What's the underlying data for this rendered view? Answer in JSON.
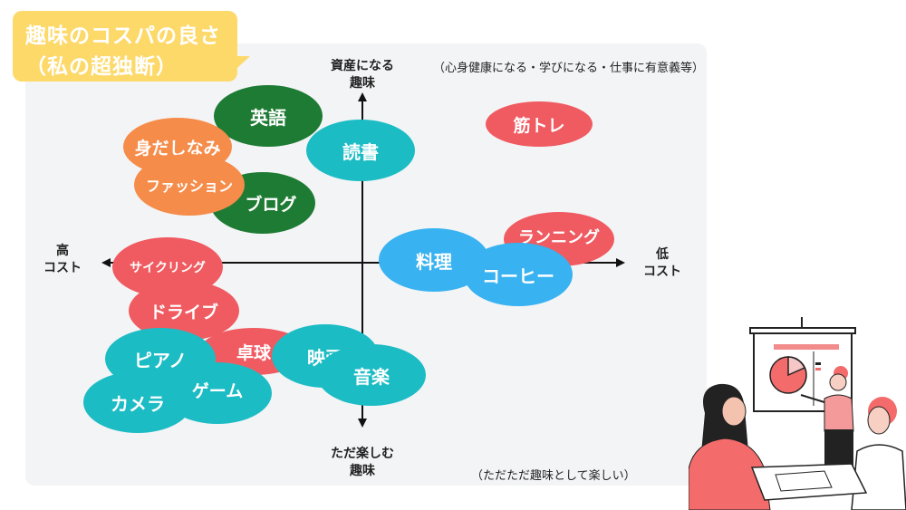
{
  "title": {
    "line1": "趣味のコスパの良さ",
    "line2": "（私の超独断）"
  },
  "axes": {
    "top": "資産になる\n趣味",
    "bottom": "ただ楽しむ\n趣味",
    "left": "高\nコスト",
    "right": "低\nコスト"
  },
  "notes": {
    "top_right": "（心身健康になる・学びになる・仕事に有意義等）",
    "bottom_right": "（ただただ趣味として楽しい）"
  },
  "colors": {
    "green": "#1e7b33",
    "teal": "#1cbcc5",
    "orange": "#f58c4a",
    "red": "#ef5b61",
    "blue": "#38b2f0",
    "title_bg": "#fdd96a"
  },
  "hobbies": {
    "eigo": "英語",
    "dokusho": "読書",
    "mitashinami": "身だしなみ",
    "fashion": "ファッション",
    "blog": "ブログ",
    "kintore": "筋トレ",
    "running": "ランニング",
    "ryori": "料理",
    "coffee": "コーヒー",
    "cycling": "サイクリング",
    "drive": "ドライブ",
    "takkyu": "卓球",
    "piano": "ピアノ",
    "eiga": "映画",
    "ongaku": "音楽",
    "game": "ゲーム",
    "camera": "カメラ"
  }
}
